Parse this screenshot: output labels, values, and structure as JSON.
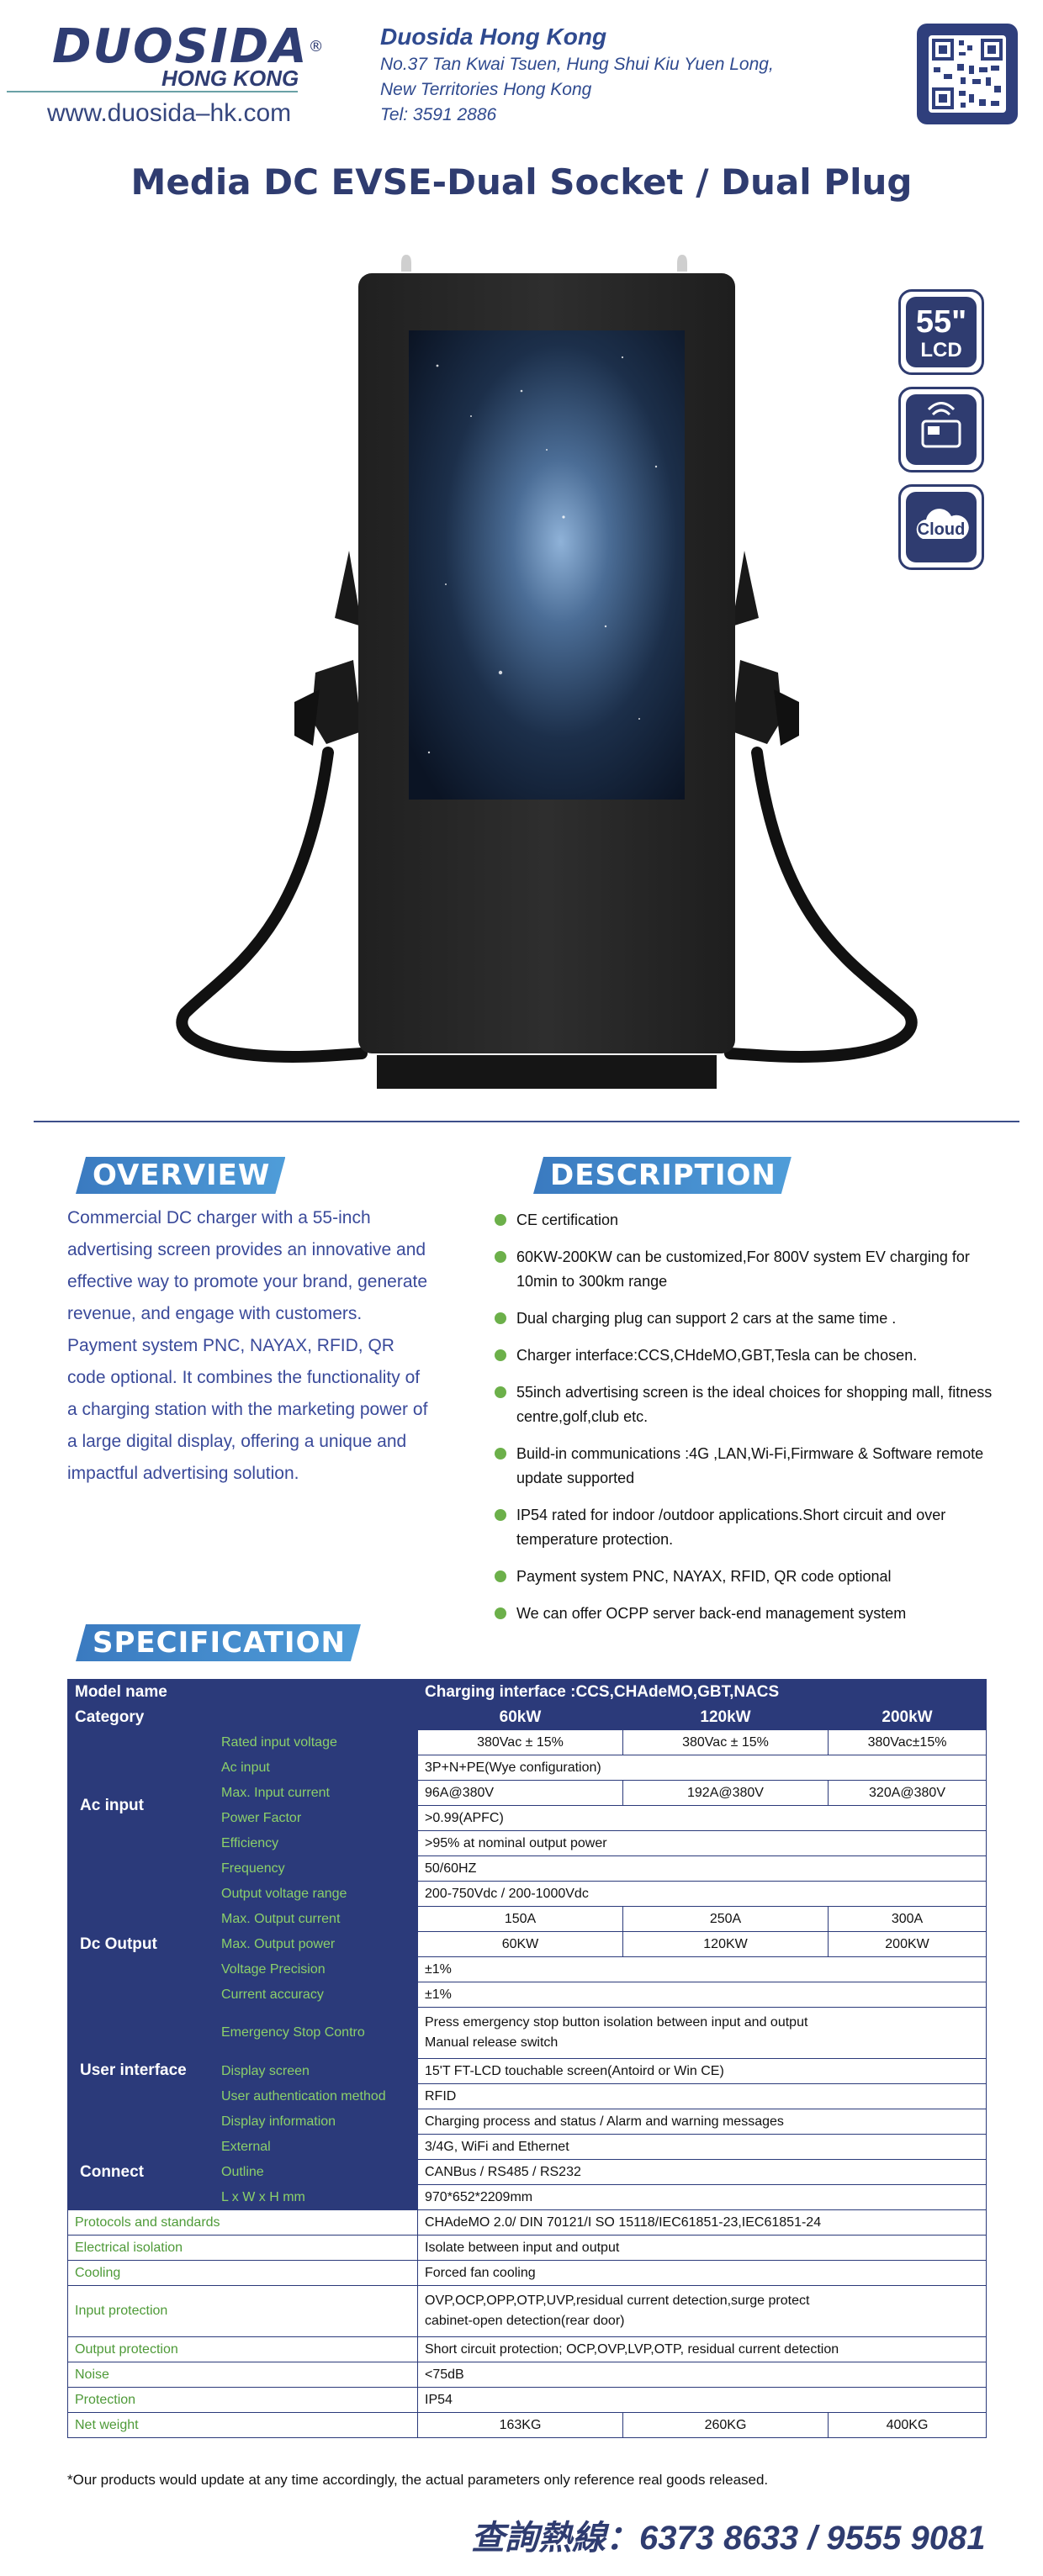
{
  "header": {
    "logo_text": "DUOSIDA",
    "logo_registered": "®",
    "logo_sub": "HONG KONG",
    "url": "www.duosida–hk.com",
    "company_name": "Duosida Hong Kong",
    "address_line1": "No.37 Tan Kwai Tsuen, Hung Shui Kiu Yuen Long,",
    "address_line2": "New Territories Hong Kong",
    "tel": "Tel: 3591 2886",
    "qr_icon": "qr-code-icon"
  },
  "page_title": "Media DC EVSE-Dual Socket / Dual Plug",
  "badges": {
    "lcd_size": "55\"",
    "lcd_label": "LCD",
    "card_icon": "rfid-card-icon",
    "cloud_label": "Cloud"
  },
  "overview": {
    "heading": "OVERVIEW",
    "text": "Commercial DC charger with a 55-inch advertising screen provides an innovative and effective way to promote your brand, generate revenue, and engage with customers. Payment system PNC, NAYAX, RFID, QR code optional. It combines the functionality of a charging station with the marketing power of a large digital display, offering a unique and impactful advertising solution."
  },
  "description": {
    "heading": "DESCRIPTION",
    "items": [
      "CE certification",
      "60KW-200KW can be customized,For 800V system EV charging for 10min to 300km range",
      "Dual charging plug can support 2 cars at the same time .",
      "Charger interface:CCS,CHdeMO,GBT,Tesla can be chosen.",
      "55inch advertising screen is the ideal choices for shopping mall, fitness centre,golf,club etc.",
      "Build-in communications :4G ,LAN,Wi-Fi,Firmware & Software remote update supported",
      "IP54 rated for indoor /outdoor applications.Short circuit and over temperature protection.",
      "Payment system PNC, NAYAX, RFID, QR code optional",
      "We can offer OCPP server back-end management system"
    ]
  },
  "specification": {
    "heading": "SPECIFICATION",
    "model_label": "Model name",
    "model_value": "Charging interface :CCS,CHAdeMO,GBT,NACS",
    "category_label": "Category",
    "category_cols": [
      "60kW",
      "120kW",
      "200kW"
    ],
    "ac_input": {
      "group": "Ac input",
      "rated_label": "Rated input voltage",
      "rated": [
        "380Vac ± 15%",
        "380Vac ± 15%",
        "380Vac±15%"
      ],
      "acin_label": "Ac input",
      "acin": "3P+N+PE(Wye configuration)",
      "maxin_label": "Max.  Input current",
      "maxin": [
        "96A@380V",
        "192A@380V",
        "320A@380V"
      ],
      "pf_label": "Power Factor",
      "pf": ">0.99(APFC)",
      "eff_label": "Efficiency",
      "eff": ">95% at nominal output power",
      "freq_label": "Frequency",
      "freq": "50/60HZ"
    },
    "dc_output": {
      "group": "Dc Output",
      "ovr_label": "Output voltage range",
      "ovr": "200-750Vdc / 200-1000Vdc",
      "moc_label": "Max. Output current",
      "moc": [
        "150A",
        "250A",
        "300A"
      ],
      "mop_label": "Max. Output power",
      "mop": [
        "60KW",
        "120KW",
        "200KW"
      ],
      "vp_label": "Voltage Precision",
      "vp": "±1%",
      "ca_label": "Current accuracy",
      "ca": "±1%"
    },
    "user_interface": {
      "group": "User interface",
      "es_label": "Emergency Stop Contro",
      "es_line1": "Press emergency stop button isolation between input and output",
      "es_line2": "Manual release switch",
      "ds_label": "Display screen",
      "ds": "15'T FT-LCD touchable screen(Antoird or Win CE)",
      "uam_label": "User authentication method",
      "uam": "RFID",
      "di_label": "Display information",
      "di": "Charging process and status / Alarm and warning messages"
    },
    "connect": {
      "group": "Connect",
      "ext_label": "External",
      "ext": "3/4G, WiFi and Ethernet",
      "outline_label": "Outline",
      "outline": "CANBus / RS485 / RS232",
      "dim_label": "L x W x H mm",
      "dim": "970*652*2209mm"
    },
    "protocols_label": "Protocols and standards",
    "protocols": "CHAdeMO 2.0/ DIN 70121/I SO 15118/IEC61851-23,IEC61851-24",
    "iso_label": "Electrical isolation",
    "iso": "Isolate between input and output",
    "cool_label": "Cooling",
    "cool": "Forced fan cooling",
    "inprot_label": "Input protection",
    "inprot_line1": "OVP,OCP,OPP,OTP,UVP,residual current detection,surge protect",
    "inprot_line2": "cabinet-open detection(rear door)",
    "outprot_label": "Output protection",
    "outprot": "Short circuit protection; OCP,OVP,LVP,OTP, residual current detection",
    "noise_label": "Noise",
    "noise": "<75dB",
    "prot_label": "Protection",
    "prot": "IP54",
    "nw_label": "Net weight",
    "nw": [
      "163KG",
      "260KG",
      "400KG"
    ]
  },
  "footnote": "*Our products would update at any time accordingly, the actual parameters only reference real goods released.",
  "hotline": "查詢熱線：6373 8633 / 9555 9081"
}
